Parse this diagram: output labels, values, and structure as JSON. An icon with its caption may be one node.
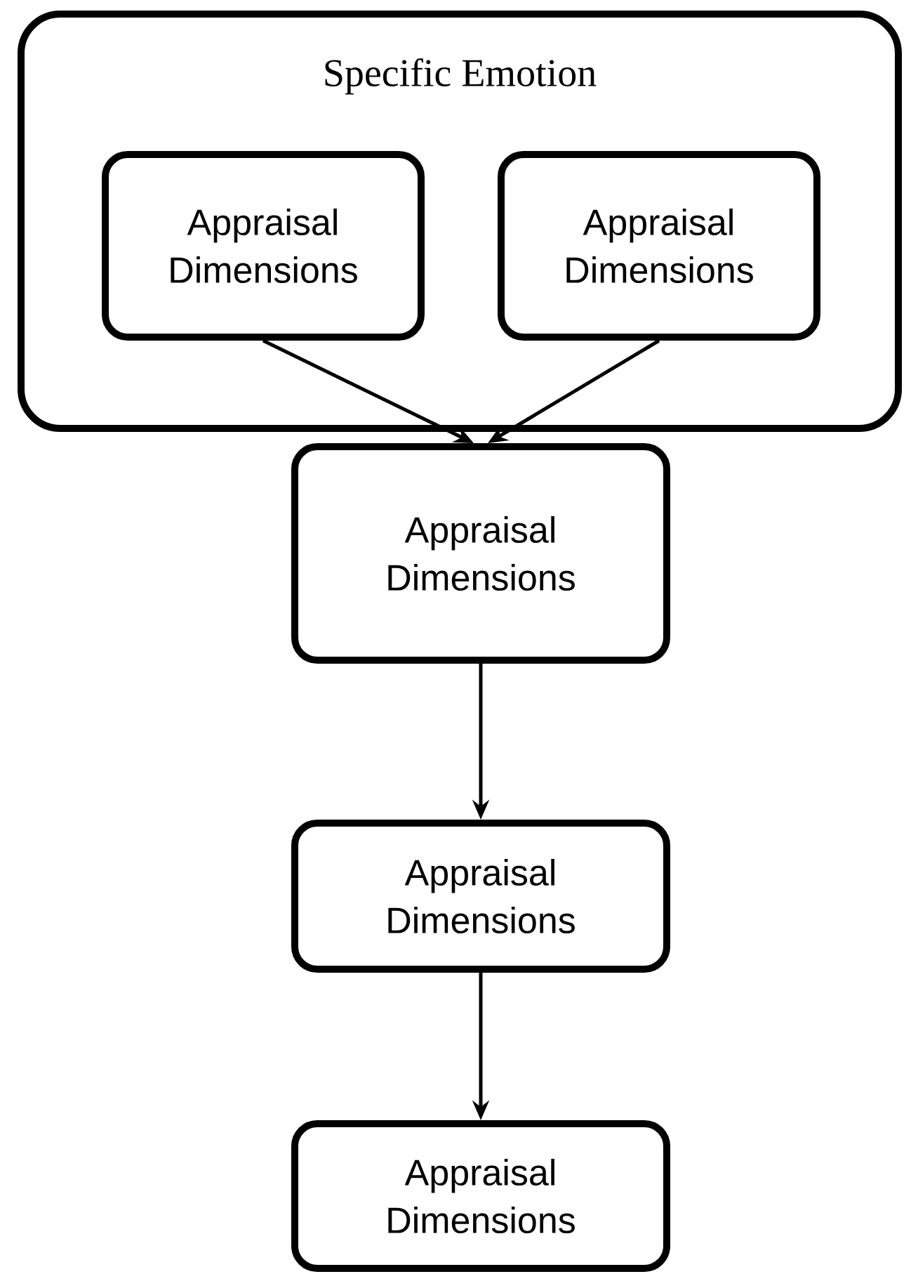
{
  "diagram": {
    "nodes": [
      {
        "text": [
          "Specific Emotion"
        ]
      },
      {
        "text": [
          "Appraisal Dimensions"
        ],
        "in": 0
      },
      {
        "text": [
          "Appraisal Dimensions"
        ],
        "in": 0
      },
      {
        "text": [
          "Appraisal Dimensions"
        ]
      },
      {
        "text": [
          "Appraisal Dimensions"
        ]
      },
      {
        "text": [
          "Appraisal Dimensions"
        ]
      }
    ],
    "edges": [
      {
        "from": 1,
        "to": 3,
        "arrow": "to"
      },
      {
        "from": 2,
        "to": 3,
        "arrow": "to"
      },
      {
        "from": 3,
        "to": 4,
        "arrow": "to"
      },
      {
        "from": 4,
        "to": 5,
        "arrow": "to"
      }
    ]
  }
}
